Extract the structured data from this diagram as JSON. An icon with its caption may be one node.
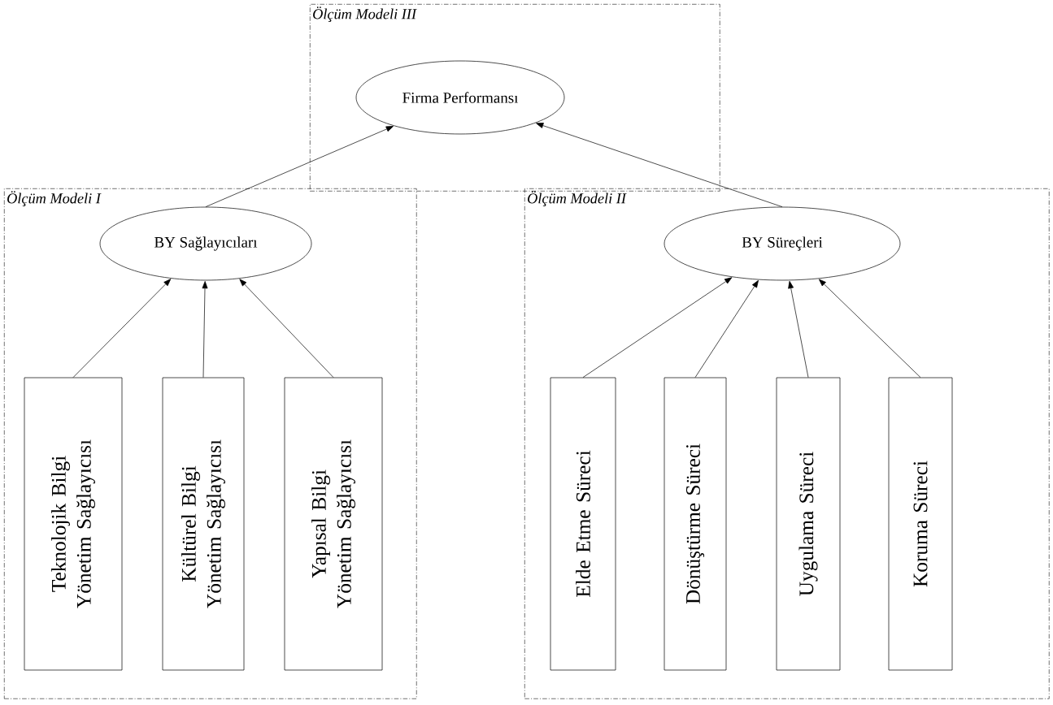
{
  "diagram": {
    "nodes": [
      {
        "text": [
          "Ölçüm Modeli III"
        ]
      },
      {
        "text": [
          "Firma Performansı"
        ],
        "in": 0
      },
      {
        "text": [
          "Ölçüm Modeli I"
        ]
      },
      {
        "text": [
          "BY Sağlayıcıları"
        ],
        "in": 2
      },
      {
        "text": [
          "Teknolojik Bilgi Yönetim Sağlayıcısı"
        ],
        "in": 2
      },
      {
        "text": [
          "Kültürel Bilgi Yönetim Sağlayıcısı"
        ],
        "in": 2
      },
      {
        "text": [
          "Yapısal Bilgi Yönetim Sağlayıcısı"
        ],
        "in": 2
      },
      {
        "text": [
          "Ölçüm Modeli II"
        ]
      },
      {
        "text": [
          "BY Süreçleri"
        ],
        "in": 7
      },
      {
        "text": [
          "Elde Etme Süreci"
        ],
        "in": 7
      },
      {
        "text": [
          "Dönüştürme Süreci"
        ],
        "in": 7
      },
      {
        "text": [
          "Uygulama Süreci"
        ],
        "in": 7
      },
      {
        "text": [
          "Koruma Süreci"
        ],
        "in": 7
      }
    ],
    "edges": [
      {
        "from": 3,
        "to": 1,
        "arrow": "to"
      },
      {
        "from": 8,
        "to": 1,
        "arrow": "to"
      },
      {
        "from": 4,
        "to": 3,
        "arrow": "to"
      },
      {
        "from": 5,
        "to": 3,
        "arrow": "to"
      },
      {
        "from": 6,
        "to": 3,
        "arrow": "to"
      },
      {
        "from": 9,
        "to": 8,
        "arrow": "to"
      },
      {
        "from": 10,
        "to": 8,
        "arrow": "to"
      },
      {
        "from": 11,
        "to": 8,
        "arrow": "to"
      },
      {
        "from": 12,
        "to": 8,
        "arrow": "to"
      }
    ]
  }
}
